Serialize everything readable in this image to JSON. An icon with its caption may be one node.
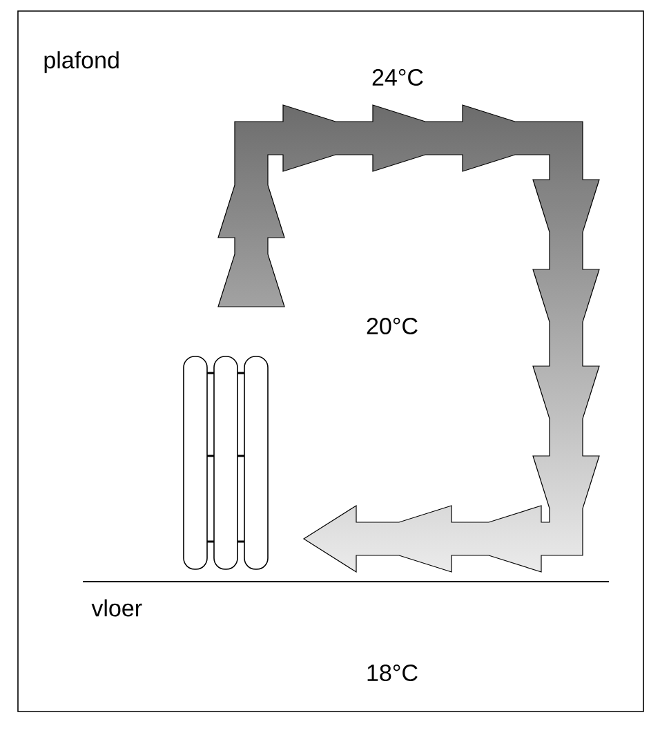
{
  "diagram": {
    "labels": [
      "plafond",
      "24°C",
      "20°C",
      "vloer",
      "18°C"
    ]
  }
}
